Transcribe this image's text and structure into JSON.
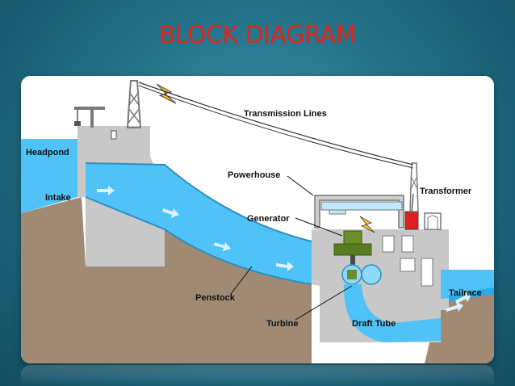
{
  "slide": {
    "title": "BLOCK DIAGRAM"
  },
  "diagram": {
    "labels": {
      "transmission_lines": "Transmission Lines",
      "headpond": "Headpond",
      "intake": "Intake",
      "powerhouse": "Powerhouse",
      "transformer": "Transformer",
      "generator": "Generator",
      "penstock": "Penstock",
      "turbine": "Turbine",
      "draft_tube": "Draft Tube",
      "tailrace": "Tailrace"
    },
    "icons": [
      "lightning-bolt-icon",
      "crane-icon",
      "transmission-tower-icon",
      "flow-arrow-icon"
    ],
    "colors": {
      "water": "#4fc3f7",
      "water_dark": "#29a9e8",
      "ground": "#a08a73",
      "concrete": "#c8c8c8",
      "transformer": "#e02020",
      "generator": "#6a8e2a",
      "bolt": "#f2c12e",
      "title": "#e0241b"
    }
  }
}
